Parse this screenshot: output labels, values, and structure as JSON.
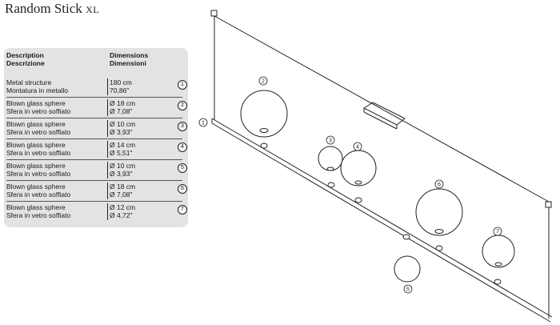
{
  "title": {
    "main": "Random Stick",
    "suffix": "XL"
  },
  "spec_table": {
    "header": {
      "desc_en": "Description",
      "desc_it": "Descrizione",
      "dim_en": "Dimensions",
      "dim_it": "Dimensioni"
    },
    "rows": [
      {
        "num": "1",
        "desc_en": "Metal structure",
        "desc_it": "Montatura in metallo",
        "dim_1": "180 cm",
        "dim_2": "70,86\""
      },
      {
        "num": "2",
        "desc_en": "Blown glass sphere",
        "desc_it": "Sfera in vetro soffiato",
        "dim_1": "Ø 18 cm",
        "dim_2": "Ø 7,08\""
      },
      {
        "num": "3",
        "desc_en": "Blown glass sphere",
        "desc_it": "Sfera in vetro soffiato",
        "dim_1": "Ø 10 cm",
        "dim_2": "Ø 3,93\""
      },
      {
        "num": "4",
        "desc_en": "Blown glass sphere",
        "desc_it": "Sfera in vetro soffiato",
        "dim_1": "Ø 14 cm",
        "dim_2": "Ø 5,51\""
      },
      {
        "num": "5",
        "desc_en": "Blown glass sphere",
        "desc_it": "Sfera in vetro soffiato",
        "dim_1": "Ø 10 cm",
        "dim_2": "Ø 3,93\""
      },
      {
        "num": "6",
        "desc_en": "Blown glass sphere",
        "desc_it": "Sfera in vetro soffiato",
        "dim_1": "Ø 18 cm",
        "dim_2": "Ø 7,08\""
      },
      {
        "num": "7",
        "desc_en": "Blown glass sphere",
        "desc_it": "Sfera in vetro soffiato",
        "dim_1": "Ø 12 cm",
        "dim_2": "Ø 4,72\""
      }
    ]
  },
  "drawing": {
    "callouts": [
      "1",
      "2",
      "3",
      "4",
      "5",
      "6",
      "7"
    ],
    "colors": {
      "line": "#222222",
      "panel": "#e3e3e3"
    }
  }
}
